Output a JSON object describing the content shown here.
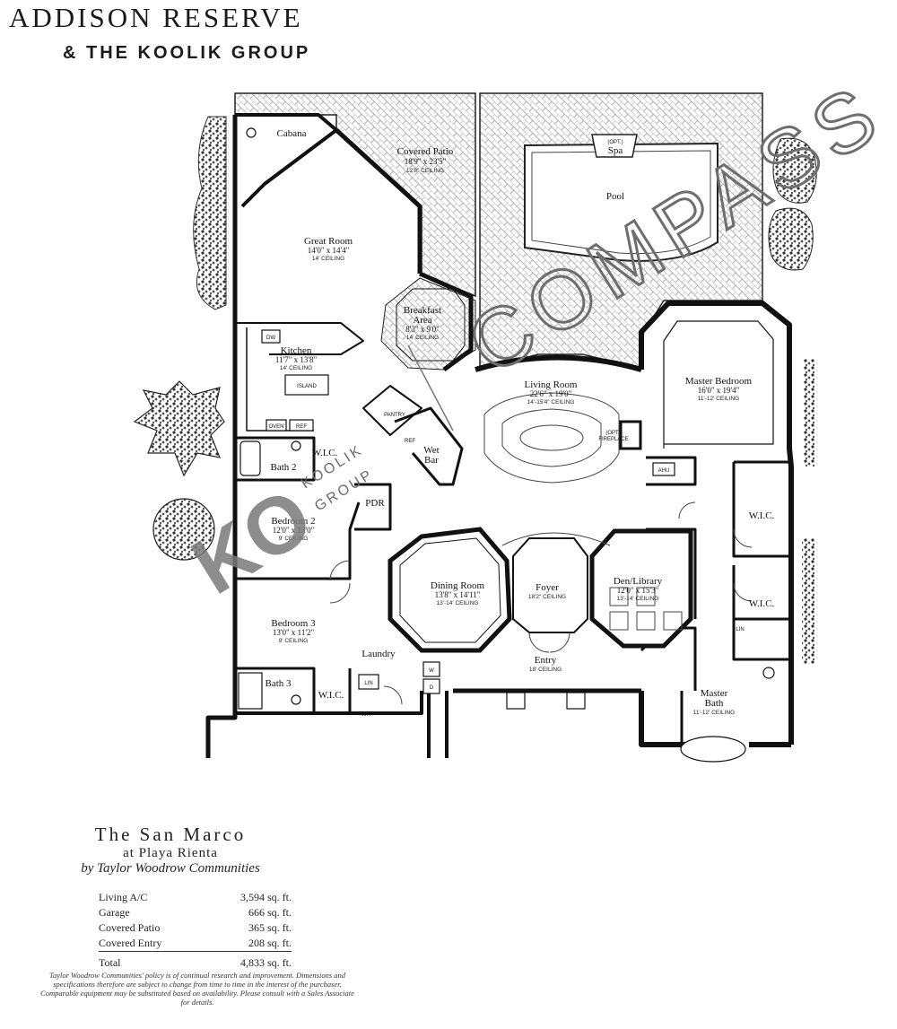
{
  "header": {
    "title": "ADDISON RESERVE",
    "subtitle": "& THE KOOLIK GROUP"
  },
  "watermarks": {
    "compass": "COMPASS",
    "ko": "KO",
    "koolik_line1": "KOOLIK",
    "koolik_line2": "GROUP"
  },
  "rooms": {
    "cabana": {
      "name": "Cabana"
    },
    "covered_patio": {
      "name": "Covered Patio",
      "dim": "18'9\" x 23'5\"",
      "ceiling": "12'8\" CEILING"
    },
    "spa": {
      "opt": "(OPT.)",
      "name": "Spa"
    },
    "pool": {
      "name": "Pool"
    },
    "great_room": {
      "name": "Great Room",
      "dim": "14'0\" x 14'4\"",
      "ceiling": "14' CEILING"
    },
    "breakfast": {
      "name1": "Breakfast",
      "name2": "Area",
      "dim": "8'3\" x 9'0\"",
      "ceiling": "14' CEILING"
    },
    "kitchen": {
      "name": "Kitchen",
      "dim": "11'7\" x 13'8\"",
      "ceiling": "14' CEILING",
      "island": "ISLAND",
      "dw": "DW",
      "oven": "OVEN",
      "ref": "REF"
    },
    "living_room": {
      "name": "Living Room",
      "dim": "22'6\" x 19'0\"",
      "ceiling": "14'-15'4\" CEILING",
      "fireplace1": "(OPT.)",
      "fireplace2": "FIREPLACE"
    },
    "master_bedroom": {
      "name": "Master Bedroom",
      "dim": "16'0\" x 19'4\"",
      "ceiling": "11'-12' CEILING"
    },
    "pantry": {
      "name": "PANTRY",
      "ref": "REF"
    },
    "wet_bar": {
      "name1": "Wet",
      "name2": "Bar"
    },
    "bath2": {
      "name": "Bath 2"
    },
    "wic_small": {
      "name": "W.I.C."
    },
    "pdr": {
      "name": "PDR"
    },
    "bedroom2": {
      "name": "Bedroom 2",
      "dim": "12'0\" x 13'0\"",
      "ceiling": "9' CEILING"
    },
    "ahu": {
      "name": "AHU"
    },
    "wic_right1": {
      "name": "W.I.C."
    },
    "wic_right2": {
      "name": "W.I.C."
    },
    "lin_right": {
      "name": "LIN"
    },
    "dining_room": {
      "name": "Dining Room",
      "dim": "13'8\" x 14'11\"",
      "ceiling": "13'-14' CEILING"
    },
    "foyer": {
      "name": "Foyer",
      "ceiling": "18'2\" CEILING"
    },
    "den": {
      "name": "Den/Library",
      "dim": "12'0\" x 15'3\"",
      "ceiling": "13'-14' CEILING"
    },
    "bedroom3": {
      "name": "Bedroom 3",
      "dim": "13'0\" x 11'2\"",
      "ceiling": "9' CEILING"
    },
    "laundry": {
      "name": "Laundry",
      "lin": "LIN",
      "w": "W",
      "d": "D"
    },
    "entry": {
      "name": "Entry",
      "ceiling": "18' CEILING"
    },
    "bath3": {
      "name": "Bath 3"
    },
    "wic_bath3": {
      "name": "W.I.C."
    },
    "wh": {
      "name": "WH"
    },
    "master_bath": {
      "name1": "Master",
      "name2": "Bath",
      "ceiling": "11'-12' CEILING"
    }
  },
  "info": {
    "title": "The San Marco",
    "subtitle": "at Playa Rienta",
    "builder": "by Taylor Woodrow Communities",
    "areas": [
      {
        "label": "Living A/C",
        "value": "3,594 sq. ft."
      },
      {
        "label": "Garage",
        "value": "666 sq. ft."
      },
      {
        "label": "Covered Patio",
        "value": "365 sq. ft."
      },
      {
        "label": "Covered Entry",
        "value": "208 sq. ft."
      }
    ],
    "total": {
      "label": "Total",
      "value": "4,833 sq. ft."
    },
    "disclaimer": "Taylor Woodrow Communities' policy is of continual research and improvement. Dimensions and specifications therefore are subject to change from time to time in the interest of the purchaser. Comparable equipment may be substituted based on availability. Please consult with a Sales Associate for details."
  }
}
